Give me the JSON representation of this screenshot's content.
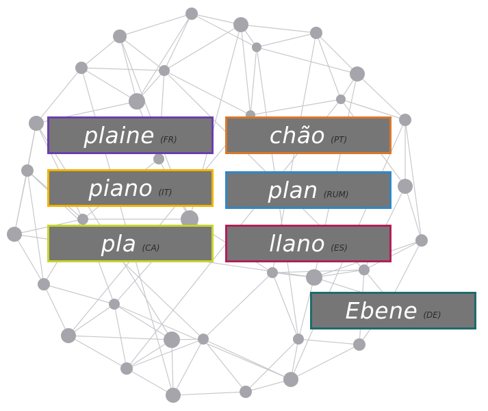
{
  "terms": [
    {
      "id": "fr",
      "word": "plaine",
      "lang": "(FR)",
      "border": "#6a3fad"
    },
    {
      "id": "pt",
      "word": "chão",
      "lang": "(PT)",
      "border": "#d9772a"
    },
    {
      "id": "it",
      "word": "piano",
      "lang": "(IT)",
      "border": "#f0b400"
    },
    {
      "id": "rum",
      "word": "plan",
      "lang": "(RUM)",
      "border": "#2e88c6"
    },
    {
      "id": "ca",
      "word": "pla",
      "lang": "(CA)",
      "border": "#c7d52d"
    },
    {
      "id": "es",
      "word": "llano",
      "lang": "(ES)",
      "border": "#b21f57"
    },
    {
      "id": "de",
      "word": "Ebene",
      "lang": "(DE)",
      "border": "#1e6b6a"
    }
  ],
  "background": {
    "icon": "network-sphere-icon",
    "node_color": "#a6a5ab",
    "edge_color": "#c8c8cc"
  }
}
